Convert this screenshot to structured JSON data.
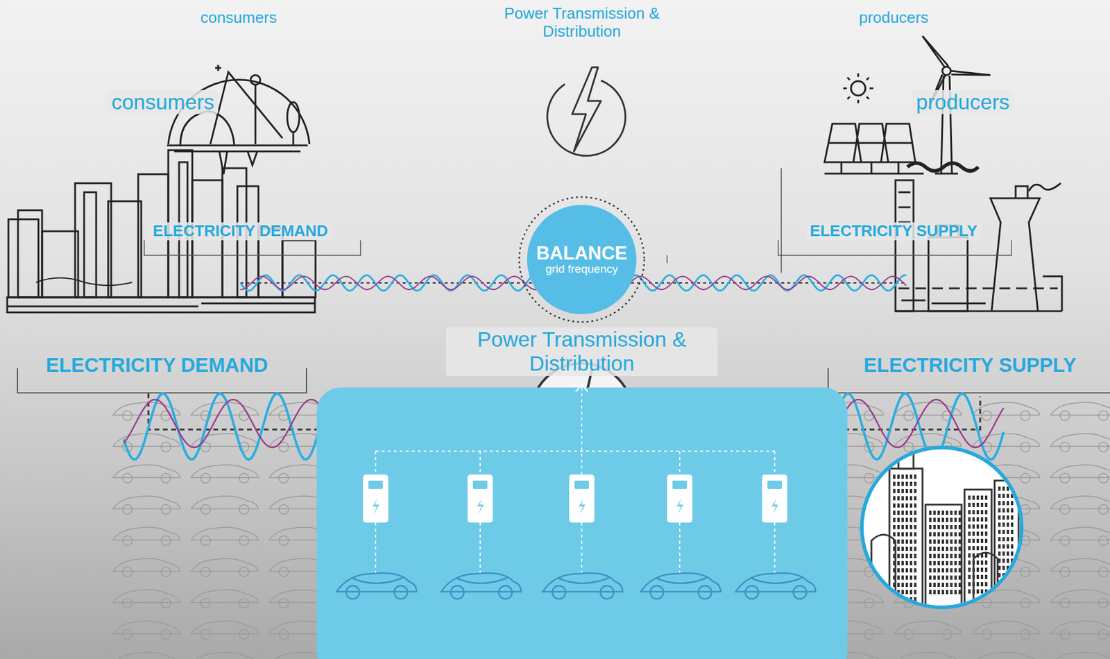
{
  "diagram": {
    "nodes": [
      {
        "text": [
          "BALANCE",
          "grid frequency"
        ]
      }
    ],
    "labels": [
      "consumers",
      "Power Transmission & Distribution",
      "producers",
      "consumers",
      "producers",
      "ELECTRICITY DEMAND",
      "ELECTRICITY SUPPLY",
      "Power Transmission & Distribution",
      "ELECTRICITY DEMAND",
      "ELECTRICITY SUPPLY"
    ]
  }
}
